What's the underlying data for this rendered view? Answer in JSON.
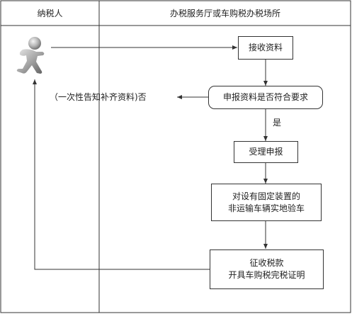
{
  "lanes": {
    "taxpayer": "纳税人",
    "office": "办税服务厅或车购税办税场所"
  },
  "nodes": {
    "receive": "接收资料",
    "check": "申报资料是否符合要求",
    "accept": "受理申报",
    "inspect_line1": "对设有固定装置的",
    "inspect_line2": "非运输车辆实地验车",
    "collect_line1": "征收税款",
    "collect_line2": "开具车购税完税证明"
  },
  "edges": {
    "no_label": "（一次性告知补齐资料)否",
    "yes_label": "是"
  },
  "icons": {
    "taxpayer": "person-figure-icon"
  },
  "colors": {
    "line": "#333333",
    "figure_body": "#aaaaaa"
  }
}
